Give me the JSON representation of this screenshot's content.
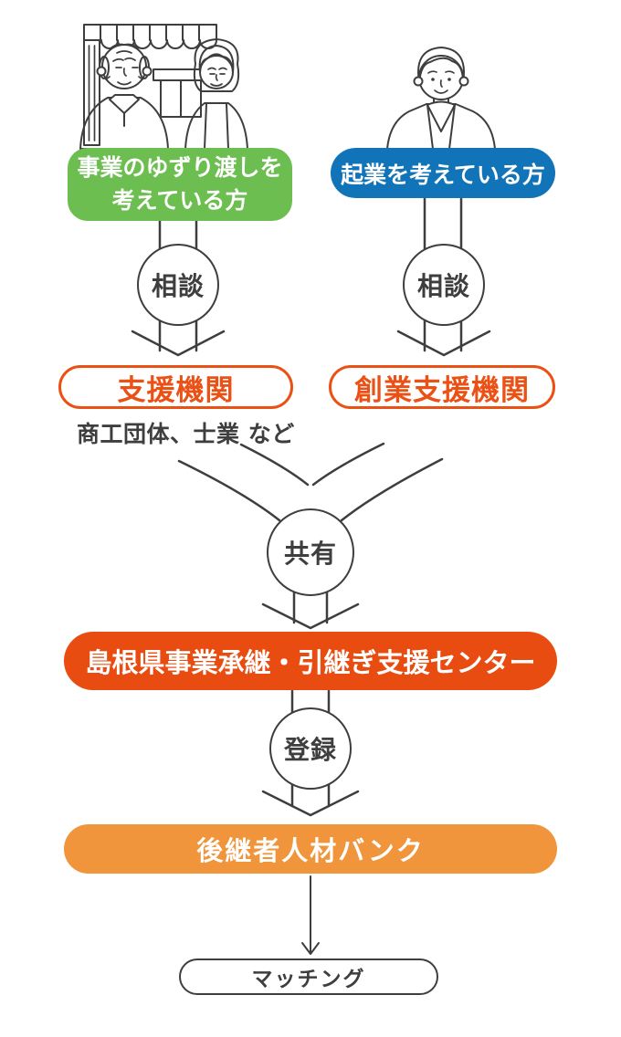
{
  "flow": {
    "seller_box": {
      "line1": "事業のゆずり渡しを",
      "line2": "考えている方"
    },
    "buyer_box": {
      "label": "起業を考えている方"
    },
    "consult_left": {
      "label": "相談"
    },
    "consult_right": {
      "label": "相談"
    },
    "support_box": {
      "label": "支援機関"
    },
    "support_note": {
      "label": "商工団体、士業 など"
    },
    "startup_support_box": {
      "label": "創業支援機関"
    },
    "share_circle": {
      "label": "共有"
    },
    "center_box": {
      "label": "島根県事業承継・引継ぎ支援センター"
    },
    "register_circle": {
      "label": "登録"
    },
    "bank_box": {
      "label": "後継者人材バンク"
    },
    "matching_box": {
      "label": "マッチング"
    }
  },
  "icons": {
    "left_illustration": "shop-owners-couple",
    "right_illustration": "young-entrepreneur"
  },
  "colors": {
    "green": "#6CBE50",
    "blue": "#1173B8",
    "orange": "#EB5014",
    "orange_deep": "#E94C10",
    "orange_light": "#F0953B",
    "line": "#3E3E3E"
  }
}
